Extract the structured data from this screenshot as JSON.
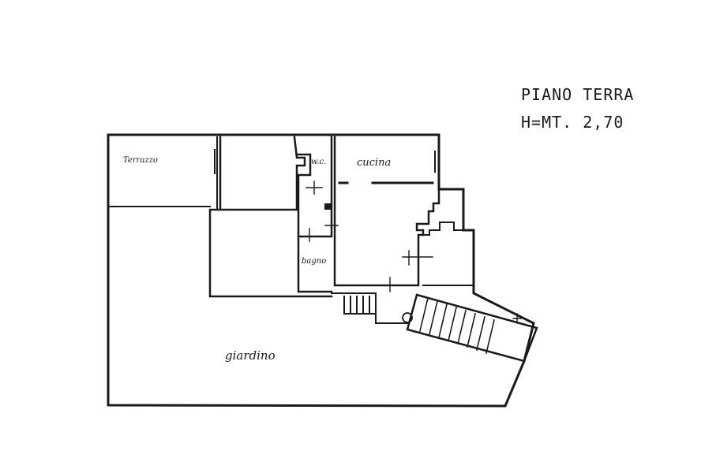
{
  "title": {
    "line1": "PIANO TERRA",
    "line2": "H=MT. 2,70"
  },
  "rooms": {
    "terrace": "Terrazzo",
    "wc": "w.c.",
    "kitchen": "cucina",
    "bathroom": "bagno",
    "garden": "giardino"
  },
  "colors": {
    "ink": "#1a1a1a",
    "paper": "#ffffff"
  }
}
